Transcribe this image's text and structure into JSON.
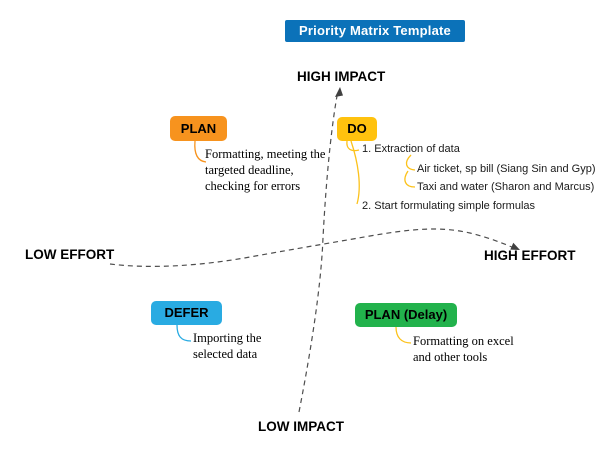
{
  "title": "Priority Matrix Template",
  "axis_labels": {
    "top": "HIGH IMPACT",
    "bottom": "LOW IMPACT",
    "left": "LOW EFFORT",
    "right": "HIGH EFFORT"
  },
  "quadrants": {
    "plan": {
      "label": "PLAN",
      "note_lines": [
        "Formatting, meeting the",
        "targeted deadline,",
        "checking for errors"
      ]
    },
    "do": {
      "label": "DO",
      "item1": "1. Extraction of data",
      "sub1": "Air ticket, sp bill (Siang Sin and Gyp)",
      "sub2": "Taxi and water (Sharon and Marcus)",
      "item2": "2. Start formulating simple formulas"
    },
    "defer": {
      "label": "DEFER",
      "note_lines": [
        "Importing the",
        "selected data"
      ]
    },
    "plan_delay": {
      "label": "PLAN (Delay)",
      "note_lines": [
        "Formatting on excel",
        "and other tools"
      ]
    }
  },
  "colors": {
    "title_bg": "#0b72b9",
    "plan_bg": "#f7931e",
    "do_bg": "#ffc20e",
    "defer_bg": "#29abe2",
    "plan_delay_bg": "#22b24c",
    "axis_line": "#4d4d4d",
    "connector_orange": "#f7931e",
    "connector_yellow": "#fcc21b",
    "connector_blue": "#29abe2"
  }
}
